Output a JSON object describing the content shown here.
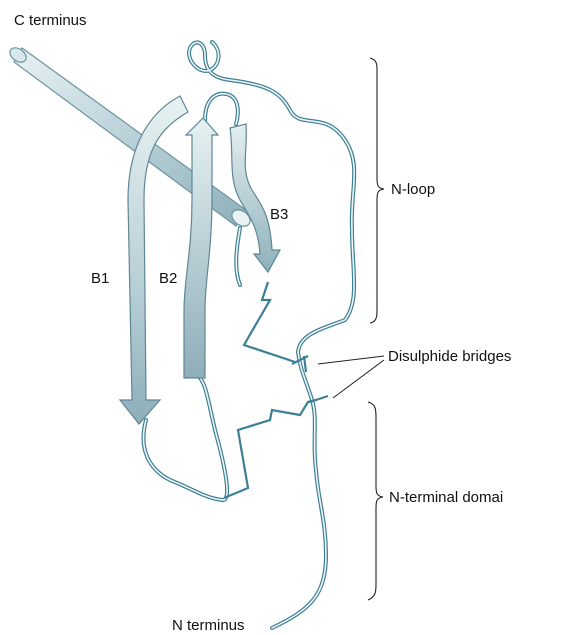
{
  "labels": {
    "c_terminus": "C terminus",
    "n_terminus": "N terminus",
    "b1": "B1",
    "b2": "B2",
    "b3": "B3",
    "n_loop": "N-loop",
    "disulphide": "Disulphide bridges",
    "n_terminal_domain": "N-terminal domai"
  },
  "colors": {
    "backbone": "#3d7f94",
    "strand_light": "#e3eff0",
    "strand_dark": "#9fbcc6",
    "bracket": "#222222",
    "text": "#111111"
  }
}
